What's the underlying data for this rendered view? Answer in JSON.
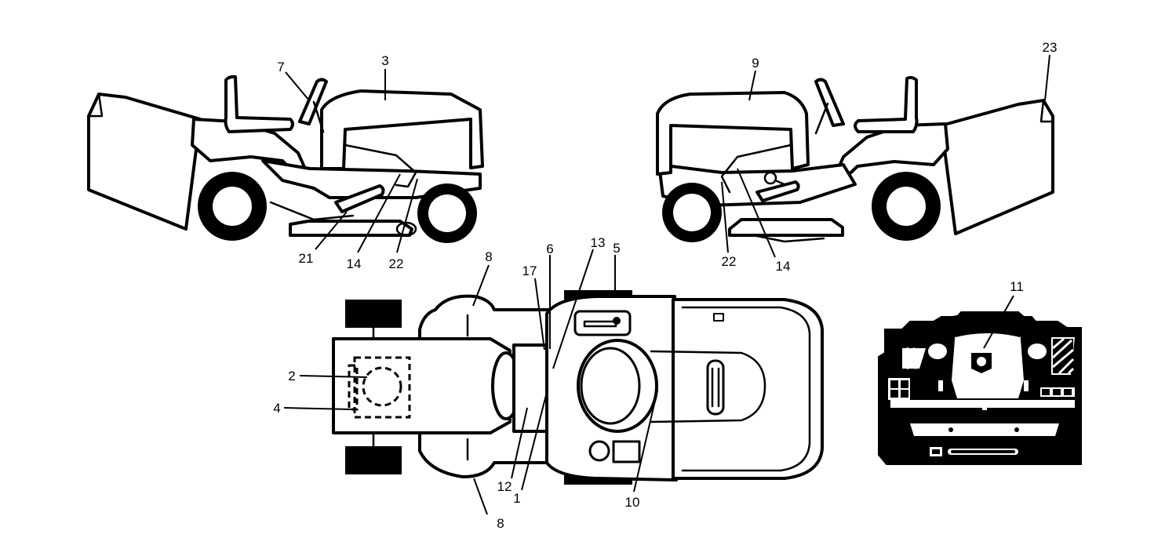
{
  "colors": {
    "line": "#000000",
    "background": "#ffffff"
  },
  "callouts": {
    "c7": "7",
    "c3": "3",
    "c9": "9",
    "c23": "23",
    "c21": "21",
    "c14_left": "14",
    "c22_left": "22",
    "c22_right": "22",
    "c14_right": "14",
    "c8_top": "8",
    "c17": "17",
    "c6": "6",
    "c13": "13",
    "c5": "5",
    "c2": "2",
    "c4": "4",
    "c12": "12",
    "c1": "1",
    "c10": "10",
    "c8_bottom": "8",
    "c11": "11"
  }
}
